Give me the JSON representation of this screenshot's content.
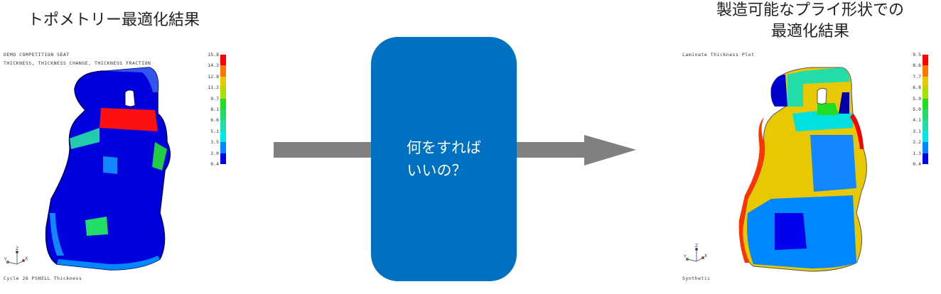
{
  "left": {
    "title": "トポメトリー最適化結果",
    "header_line1": "DEMO COMPETITION SEAT",
    "header_line2": "THICKNESS, THICKNESS CHANGE, THICKNESS FRACTION",
    "footer": "Cycle 26 PSHELL Thickness",
    "legend": {
      "ticks": [
        "15.8",
        "14.3",
        "12.8",
        "11.2",
        "9.7",
        "8.1",
        "6.6",
        "5.1",
        "3.5",
        "2.0",
        "0.4"
      ],
      "colors": [
        "#ff0000",
        "#ff7700",
        "#e8c800",
        "#a8e000",
        "#22dd22",
        "#22dd66",
        "#22ddaa",
        "#00e8e8",
        "#0088ff",
        "#0000ee"
      ]
    },
    "axes": {
      "z": "Z",
      "x": "X",
      "y": "Y"
    }
  },
  "center": {
    "line1": "何をすれば",
    "line2": "いいの？",
    "box_color": "#0070c0",
    "arrow_color": "#808080"
  },
  "right": {
    "title_line1": "製造可能なプライ形状での",
    "title_line2": "最適化結果",
    "header": "Laminate Thickness Plot",
    "footer": "Synthetic",
    "legend": {
      "ticks": [
        "9.5",
        "8.6",
        "7.7",
        "6.8",
        "5.9",
        "5.0",
        "4.1",
        "3.1",
        "2.2",
        "1.3",
        "0.4"
      ],
      "colors": [
        "#ff0000",
        "#ff7700",
        "#e8c800",
        "#a8e000",
        "#22dd22",
        "#22dd66",
        "#22ddaa",
        "#00e8e8",
        "#0088ff",
        "#0000ee"
      ]
    },
    "axes": {
      "z": "Z",
      "x": "X",
      "y": "Y"
    }
  }
}
